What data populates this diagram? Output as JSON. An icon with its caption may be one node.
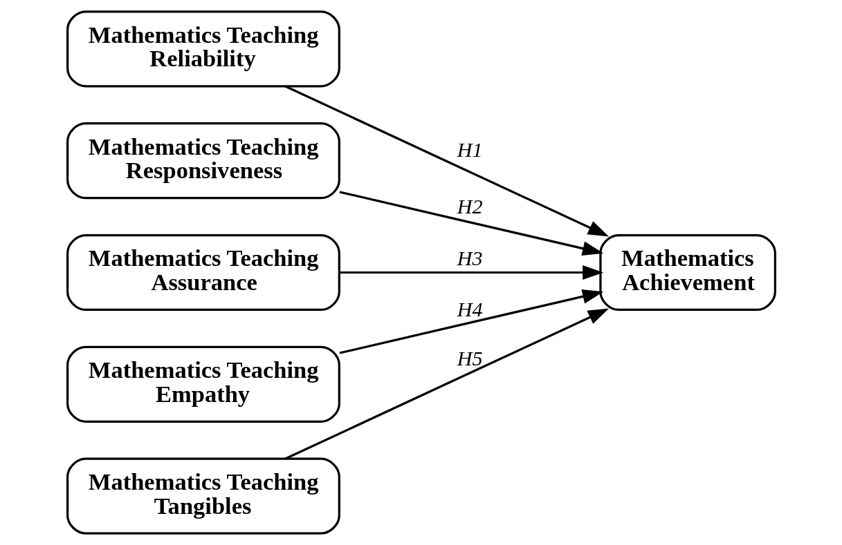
{
  "diagram": {
    "nodes": [
      {
        "text": [
          "Mathematics Teaching Reliability"
        ]
      },
      {
        "text": [
          "Mathematics Teaching Responsiveness"
        ]
      },
      {
        "text": [
          "Mathematics Teaching Assurance"
        ]
      },
      {
        "text": [
          "Mathematics Teaching Empathy"
        ]
      },
      {
        "text": [
          "Mathematics Teaching Tangibles"
        ]
      },
      {
        "text": [
          "Mathematics Achievement"
        ]
      }
    ],
    "edges": [
      {
        "from": 0,
        "to": 5,
        "arrow": "to",
        "label": "H1"
      },
      {
        "from": 1,
        "to": 5,
        "arrow": "to",
        "label": "H2"
      },
      {
        "from": 2,
        "to": 5,
        "arrow": "to",
        "label": "H3"
      },
      {
        "from": 3,
        "to": 5,
        "arrow": "to",
        "label": "H4"
      },
      {
        "from": 4,
        "to": 5,
        "arrow": "to",
        "label": "H5"
      }
    ]
  }
}
